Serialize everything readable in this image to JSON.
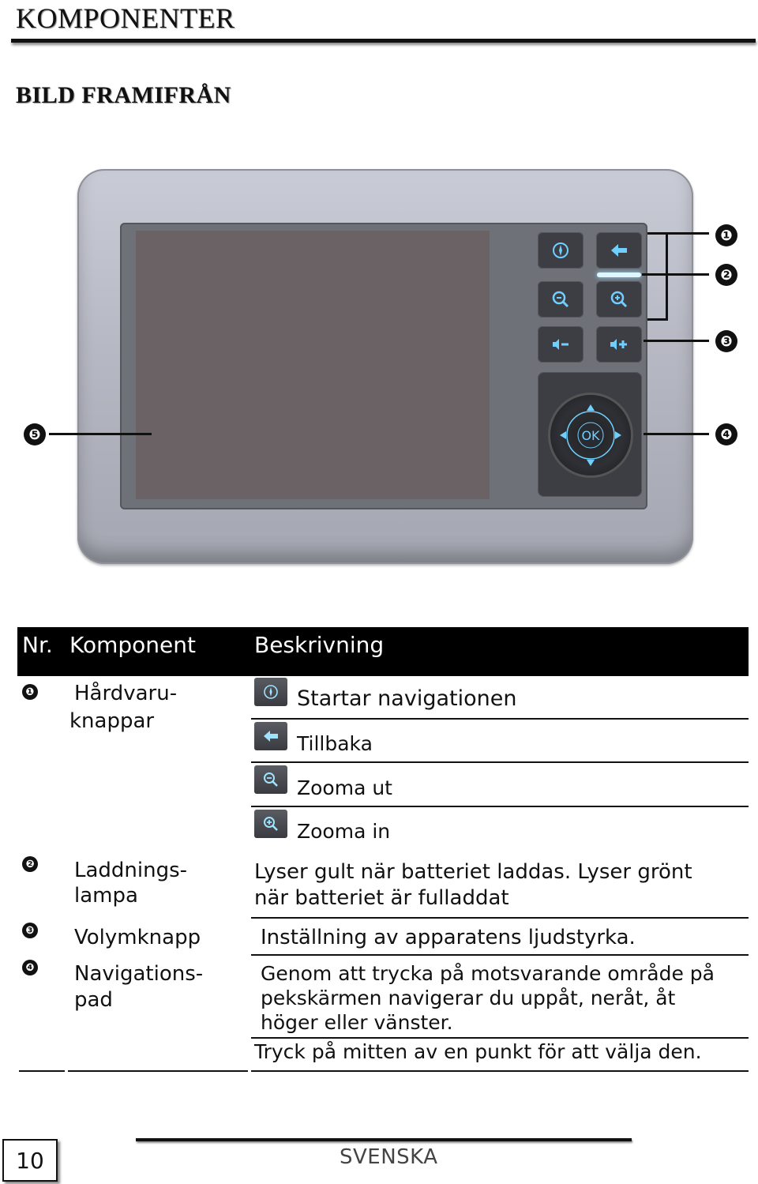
{
  "header": {
    "title": "KOMPONENTER",
    "section": "BILD FRAMIFRÅN"
  },
  "callouts": [
    "❶",
    "❷",
    "❸",
    "❹",
    "❺"
  ],
  "device": {
    "nav_center_label": "OK"
  },
  "table": {
    "headers": {
      "nr": "Nr.",
      "komponent": "Komponent",
      "beskrivning": "Beskrivning"
    },
    "rows": [
      {
        "nr": "❶",
        "komponent_line1": "Hårdvaru-",
        "komponent_line2": "knappar",
        "buttons": [
          {
            "icon": "compass-icon",
            "label": "Startar navigationen"
          },
          {
            "icon": "back-arrow-icon",
            "label": "Tillbaka"
          },
          {
            "icon": "zoom-out-icon",
            "label": "Zooma ut"
          },
          {
            "icon": "zoom-in-icon",
            "label": "Zooma in"
          }
        ]
      },
      {
        "nr": "❷",
        "komponent_line1": "Laddnings-",
        "komponent_line2": "lampa",
        "desc_line1": "Lyser gult när batteriet laddas. Lyser grönt",
        "desc_line2": "när batteriet är fulladdat"
      },
      {
        "nr": "❸",
        "komponent_line1": "Volymknapp",
        "desc_line1": "Inställning av apparatens ljudstyrka."
      },
      {
        "nr": "❹",
        "komponent_line1": "Navigations-",
        "komponent_line2": "pad",
        "desc_line1": "Genom att trycka på motsvarande område på",
        "desc_line2": "pekskärmen navigerar du uppåt, neråt, åt",
        "desc_line3": "höger eller vänster.",
        "desc_line4": "Tryck på mitten av en punkt för att välja den."
      }
    ]
  },
  "footer": {
    "page_number": "10",
    "language": "SVENSKA"
  }
}
